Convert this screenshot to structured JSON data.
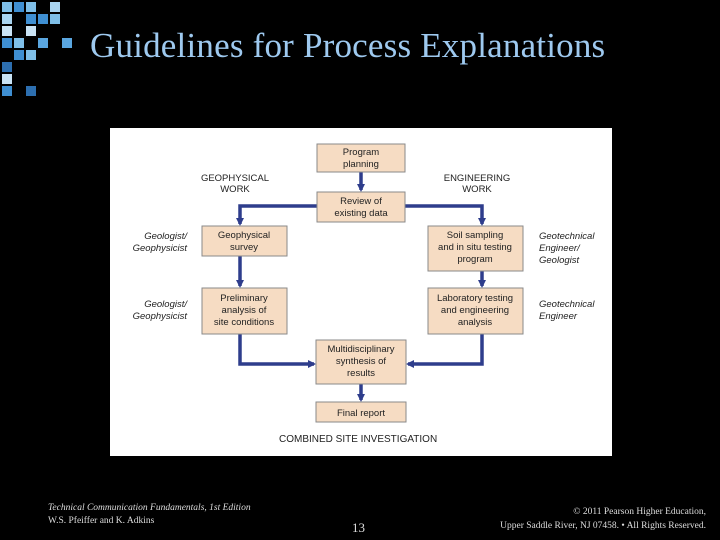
{
  "slide": {
    "title": "Guidelines for Process Explanations"
  },
  "diagram": {
    "boxes": {
      "program_planning": [
        "Program",
        "planning"
      ],
      "review_existing": [
        "Review of",
        "existing data"
      ],
      "geophysical_survey": [
        "Geophysical",
        "survey"
      ],
      "soil_sampling": [
        "Soil sampling",
        "and in situ testing",
        "program"
      ],
      "preliminary_analysis": [
        "Preliminary",
        "analysis of",
        "site conditions"
      ],
      "laboratory_testing": [
        "Laboratory testing",
        "and engineering",
        "analysis"
      ],
      "multidisciplinary": [
        "Multidisciplinary",
        "synthesis of",
        "results"
      ],
      "final_report": [
        "Final report"
      ]
    },
    "headers": {
      "geophysical_work": [
        "GEOPHYSICAL",
        "WORK"
      ],
      "engineering_work": [
        "ENGINEERING",
        "WORK"
      ]
    },
    "roles": {
      "left_top": [
        "Geologist/",
        "Geophysicist"
      ],
      "left_bottom": [
        "Geologist/",
        "Geophysicist"
      ],
      "right_top": [
        "Geotechnical",
        "Engineer/",
        "Geologist"
      ],
      "right_bottom": [
        "Geotechnical",
        "Engineer"
      ]
    },
    "caption": "COMBINED SITE INVESTIGATION",
    "colors": {
      "box_fill": "#f6dcc3",
      "box_stroke": "#8a8a8a",
      "arrow": "#2e3d8c"
    }
  },
  "footer": {
    "book_title": "Technical Communication Fundamentals, 1st Edition",
    "authors": "W.S. Pfeiffer and K. Adkins",
    "page_number": "13",
    "copyright": "© 2011 Pearson Higher Education,",
    "address": "Upper Saddle River, NJ 07458. • All Rights Reserved."
  }
}
